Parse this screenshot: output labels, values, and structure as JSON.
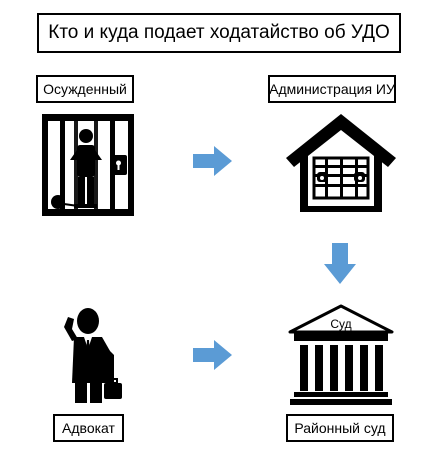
{
  "title": "Кто и куда подает ходатайство об УДО",
  "nodes": {
    "convict": {
      "label": "Осужденный",
      "icon": "prisoner-behind-bars-icon"
    },
    "administration": {
      "label": "Администрация ИУ",
      "icon": "prison-building-icon"
    },
    "lawyer": {
      "label": "Адвокат",
      "icon": "businessman-with-briefcase-icon"
    },
    "court": {
      "label": "Районный суд",
      "icon": "courthouse-icon",
      "pediment_text": "Суд"
    }
  },
  "arrows": [
    {
      "from": "convict",
      "to": "administration",
      "direction": "right"
    },
    {
      "from": "administration",
      "to": "court",
      "direction": "down"
    },
    {
      "from": "lawyer",
      "to": "court",
      "direction": "right"
    }
  ],
  "colors": {
    "arrow": "#5b9bd5",
    "ink": "#000000",
    "background": "#ffffff"
  }
}
